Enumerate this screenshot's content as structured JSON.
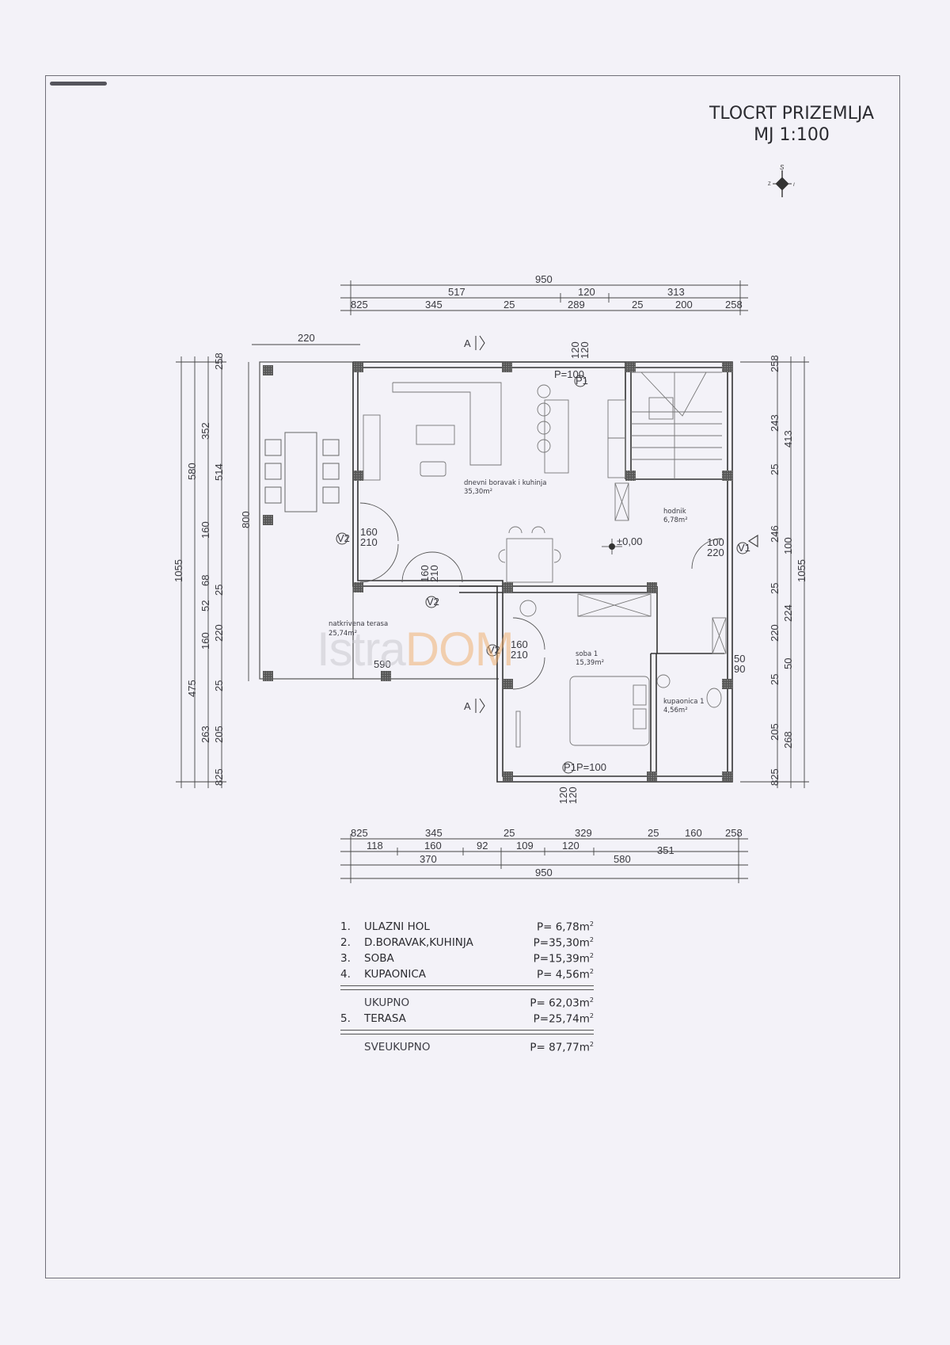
{
  "sheet": {
    "title": "TLOCRT PRIZEMLJA",
    "scale": "MJ 1:100",
    "north_arrow": {
      "label_s": "S",
      "label_z": "Z",
      "label_i": "I"
    }
  },
  "watermark": {
    "part1": "Istra",
    "part2": "DOM"
  },
  "plan": {
    "rooms": [
      {
        "name": "dnevni boravak i kuhinja",
        "area": "35,30m²"
      },
      {
        "name": "hodnik",
        "area": "6,78m²"
      },
      {
        "name": "soba 1",
        "area": "15,39m²"
      },
      {
        "name": "kupaonica 1",
        "area": "4,56m²"
      },
      {
        "name": "natkrivena terasa",
        "area": "25,74m²"
      }
    ],
    "level_mark": "±0,00",
    "section_label": "A",
    "doors": {
      "v1": {
        "tag": "V1",
        "w": "100",
        "h": "220"
      },
      "v2a": {
        "tag": "V2",
        "w": "160",
        "h": "210"
      },
      "v2b": {
        "tag": "V2",
        "w": "160",
        "h": "210"
      },
      "v2c": {
        "tag": "V2",
        "w": "160",
        "h": "210"
      },
      "bath": {
        "w": "50",
        "h": "90"
      }
    },
    "windows": {
      "p1_top": {
        "tag": "P1",
        "parapet": "P=100",
        "w": "120",
        "h": "120"
      },
      "p1_bottom": {
        "tag": "P1",
        "parapet": "P=100",
        "w": "120",
        "h": "120"
      }
    },
    "terrace_dims": {
      "width": "220",
      "height": "800",
      "length": "590"
    }
  },
  "dimensions": {
    "top": {
      "overall": "950",
      "row2": [
        "517",
        "120",
        "313"
      ],
      "row3": [
        "825",
        "345",
        "25",
        "289",
        "25",
        "200",
        "258"
      ]
    },
    "bottom": {
      "row1": [
        "825",
        "345",
        "25",
        "329",
        "25",
        "160",
        "258"
      ],
      "row2": [
        "118",
        "160",
        "92",
        "109",
        "120",
        "351"
      ],
      "row3": [
        "370",
        "580"
      ],
      "overall": "950"
    },
    "left": {
      "overall": "1055",
      "row2": [
        "580",
        "475"
      ],
      "row3": [
        "352",
        "160",
        "68",
        "52",
        "160",
        "263"
      ],
      "row4": [
        "258",
        "514",
        "25",
        "220",
        "25",
        "205",
        "825"
      ]
    },
    "right": {
      "overall": "1055",
      "row2": [
        "413",
        "100",
        "224",
        "50",
        "268"
      ],
      "row1": [
        "258",
        "243",
        "25",
        "246",
        "25",
        "220",
        "25",
        "205",
        "825"
      ]
    }
  },
  "area_table": {
    "items": [
      {
        "num": "1.",
        "name": "ULAZNI HOL",
        "area": "P= 6,78m",
        "unit_sup": "2"
      },
      {
        "num": "2.",
        "name": "D.BORAVAK,KUHINJA",
        "area": "P=35,30m",
        "unit_sup": "2"
      },
      {
        "num": "3.",
        "name": "SOBA",
        "area": "P=15,39m",
        "unit_sup": "2"
      },
      {
        "num": "4.",
        "name": "KUPAONICA",
        "area": "P= 4,56m",
        "unit_sup": "2"
      }
    ],
    "subtotal": {
      "name": "UKUPNO",
      "area": "P= 62,03m",
      "unit_sup": "2"
    },
    "terrace": {
      "num": "5.",
      "name": "TERASA",
      "area": "P=25,74m",
      "unit_sup": "2"
    },
    "total": {
      "name": "SVEUKUPNO",
      "area": "P= 87,77m",
      "unit_sup": "2"
    }
  }
}
